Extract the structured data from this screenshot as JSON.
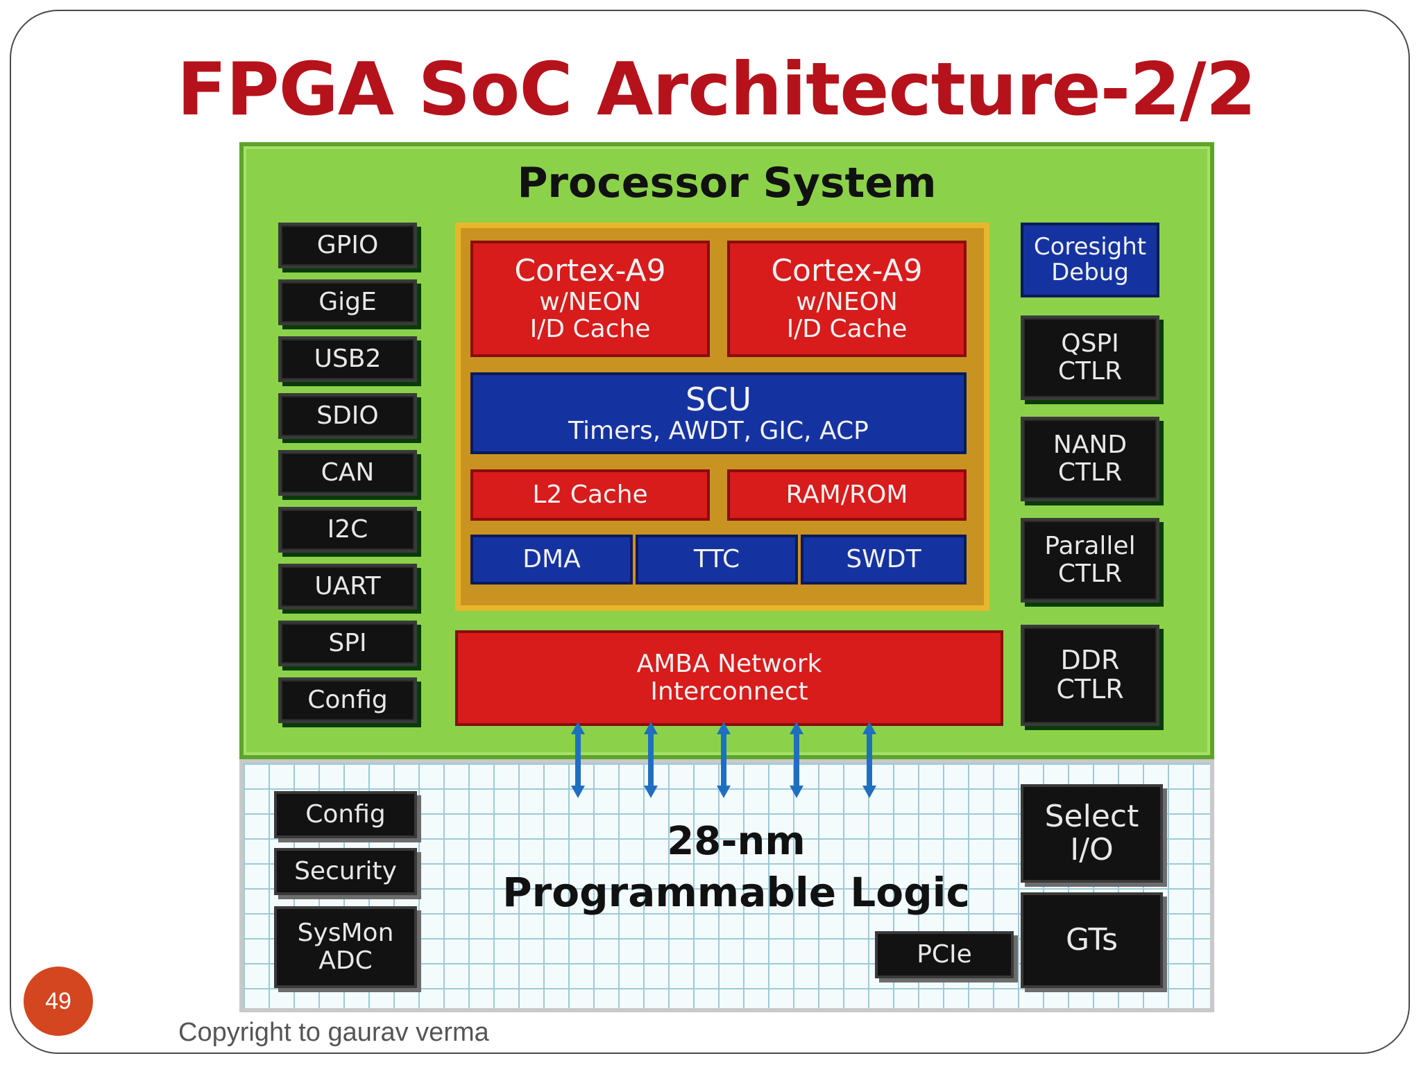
{
  "slide": {
    "title": "FPGA SoC Architecture-2/2",
    "page_number": "49",
    "copyright": "Copyright to gaurav verma"
  },
  "processor_system": {
    "title": "Processor System",
    "left_peripherals": [
      "GPIO",
      "GigE",
      "USB2",
      "SDIO",
      "CAN",
      "I2C",
      "UART",
      "SPI",
      "Config"
    ],
    "right_controllers": [
      {
        "line1": "Coresight",
        "line2": "Debug"
      },
      {
        "line1": "QSPI",
        "line2": "CTLR"
      },
      {
        "line1": "NAND",
        "line2": "CTLR"
      },
      {
        "line1": "Parallel",
        "line2": "CTLR"
      },
      {
        "line1": "DDR",
        "line2": "CTLR"
      }
    ],
    "cores": [
      {
        "line1": "Cortex-A9",
        "line2": "w/NEON",
        "line3": "I/D Cache"
      },
      {
        "line1": "Cortex-A9",
        "line2": "w/NEON",
        "line3": "I/D Cache"
      }
    ],
    "scu": {
      "title": "SCU",
      "subtitle": "Timers, AWDT, GIC, ACP"
    },
    "l2_cache": "L2 Cache",
    "ram_rom": "RAM/ROM",
    "dma": "DMA",
    "ttc": "TTC",
    "swdt": "SWDT",
    "amba": {
      "line1": "AMBA Network",
      "line2": "Interconnect"
    }
  },
  "programmable_logic": {
    "title_line1": "28-nm",
    "title_line2": "Programmable Logic",
    "left_blocks": [
      {
        "line1": "Config",
        "line2": ""
      },
      {
        "line1": "Security",
        "line2": ""
      },
      {
        "line1": "SysMon",
        "line2": "ADC"
      }
    ],
    "select_io": {
      "line1": "Select",
      "line2": "I/O"
    },
    "gts": "GTs",
    "pcie": "PCIe"
  },
  "colors": {
    "title_red": "#b5121b",
    "ps_green": "#8bd24a",
    "block_red": "#d81b1b",
    "block_blue": "#1533a0",
    "apu_gold": "#c99322",
    "arrow_blue": "#1f6fc0",
    "badge_orange": "#d4461f"
  }
}
